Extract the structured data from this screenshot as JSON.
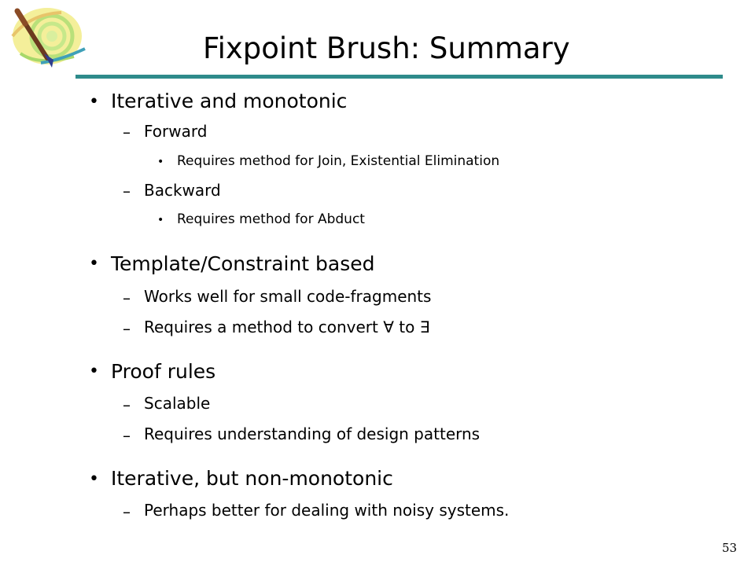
{
  "slide": {
    "title": "Fixpoint Brush: Summary",
    "page_number": "53",
    "accent_color": "#2e8b8b",
    "logo_icon": "paint-palette-brush-icon"
  },
  "bullets": [
    {
      "text": "Iterative and monotonic",
      "sub": [
        {
          "text": "Forward",
          "sub": [
            {
              "text": "Requires method for Join, Existential Elimination"
            }
          ]
        },
        {
          "text": "Backward",
          "sub": [
            {
              "text": "Requires method for Abduct"
            }
          ]
        }
      ]
    },
    {
      "text": "Template/Constraint based",
      "sub": [
        {
          "text": "Works well for small code-fragments"
        },
        {
          "text": "Requires a method to convert ∀ to ∃"
        }
      ]
    },
    {
      "text": "Proof rules",
      "sub": [
        {
          "text": "Scalable"
        },
        {
          "text": "Requires understanding of design patterns"
        }
      ]
    },
    {
      "text": "Iterative, but non-monotonic",
      "sub": [
        {
          "text": "Perhaps better for dealing with noisy systems."
        }
      ]
    }
  ],
  "markers": {
    "level1": "•",
    "level2": "–",
    "level3": "•"
  }
}
